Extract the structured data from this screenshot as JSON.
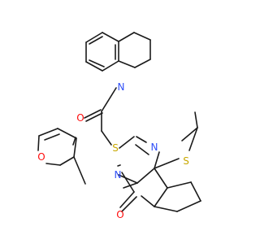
{
  "atom_labels": {
    "carbonyl_oxygen_top": "O",
    "amide_nitrogen": "N",
    "thioether_sulfur": "S",
    "pyrimidine_nitrogen_top": "N",
    "thiophene_sulfur": "S",
    "pyrimidine_nitrogen_bottom": "N",
    "furan_oxygen": "O",
    "carbonyl_oxygen_bottom": "O"
  },
  "colors": {
    "bond": "#1a1a1a",
    "oxygen": "#ff0d0d",
    "nitrogen": "#3050f8",
    "sulfur": "#c8a800"
  }
}
